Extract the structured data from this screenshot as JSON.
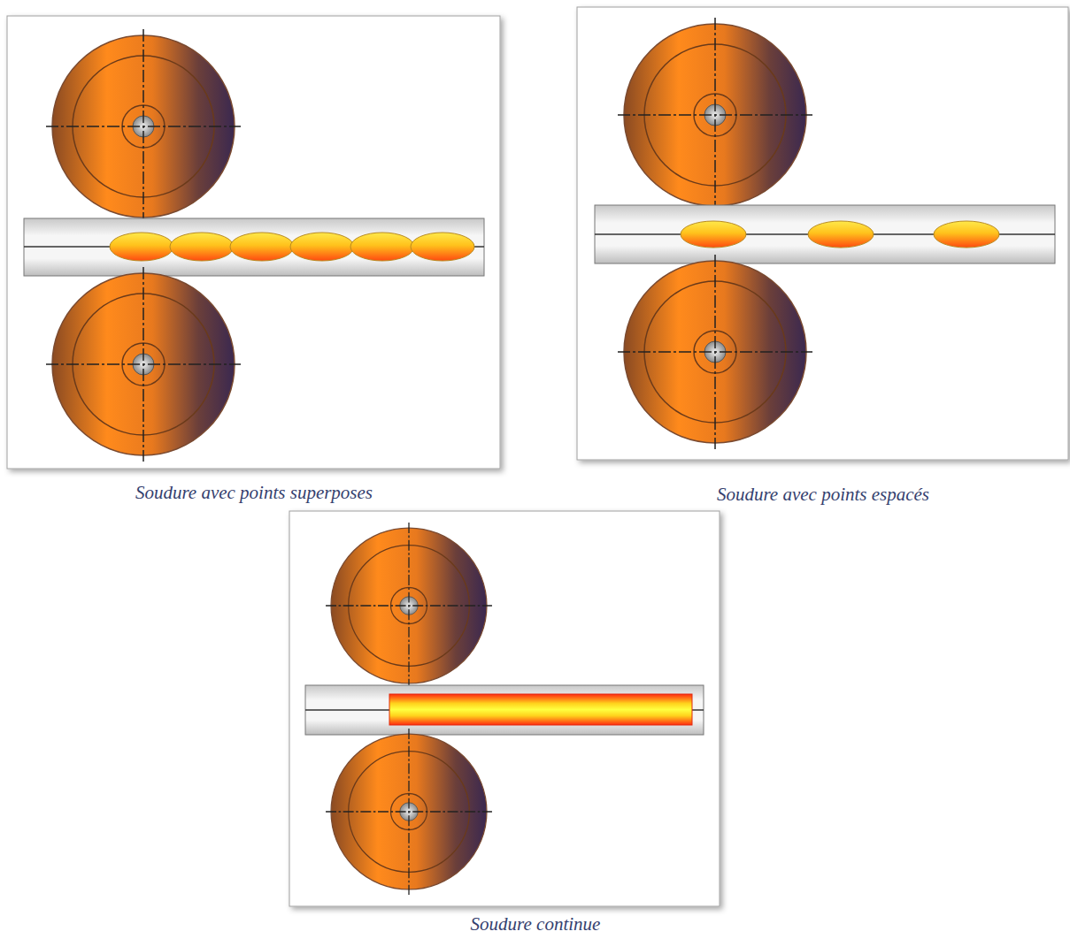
{
  "diagram": {
    "labels": [
      "Soudure avec points superposes",
      "Soudure avec points espacés",
      "Soudure continue"
    ]
  }
}
